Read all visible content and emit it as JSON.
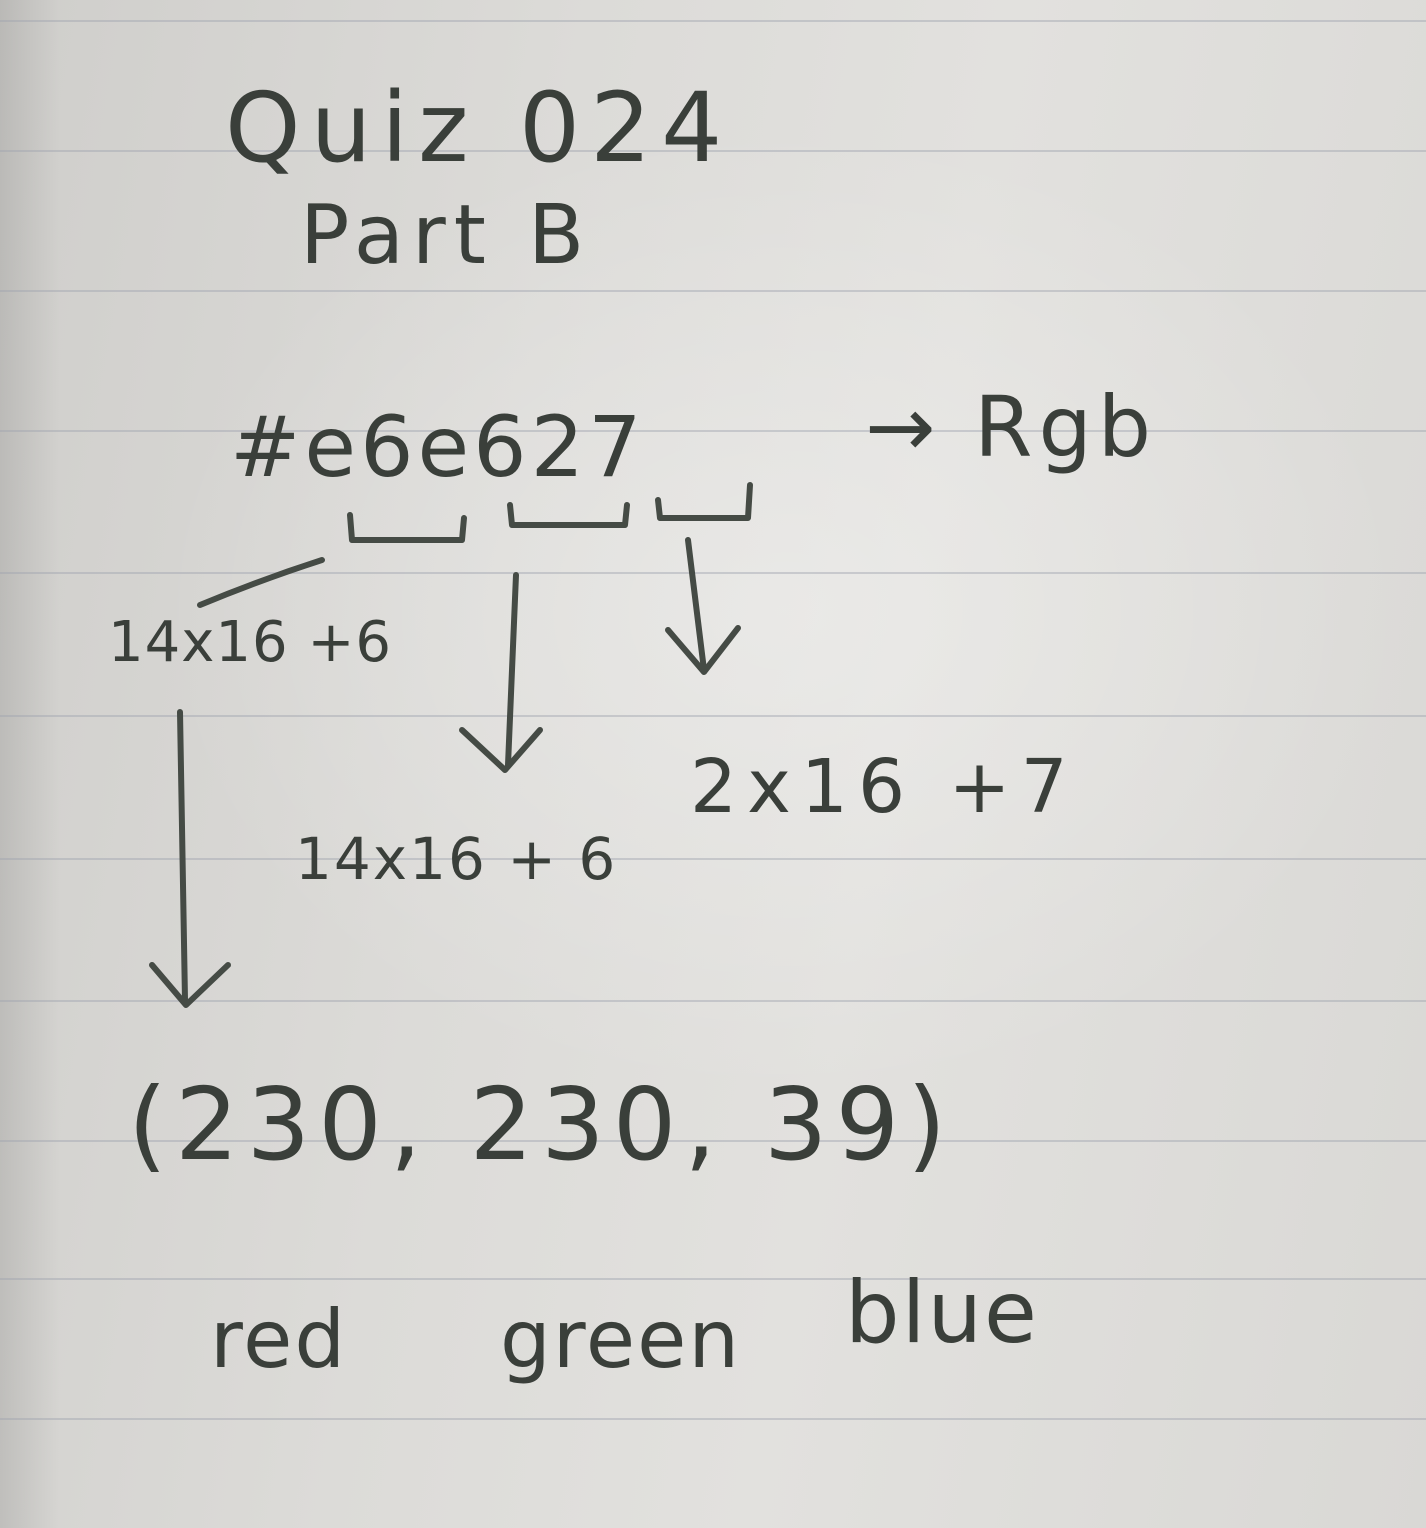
{
  "notebook_page": {
    "title_line1": "Quiz   024",
    "title_line2": "Part   B",
    "hex_color": "#e6e627",
    "conversion_arrow_label": "→ Rgb",
    "calc_red": "14x16 +6",
    "calc_green": "14x16 + 6",
    "calc_blue": "2x16 +7",
    "result": "(230, 230, 39)",
    "channel_labels": [
      "red",
      "green",
      "blue"
    ]
  },
  "colors": {
    "ink": "#3a3f3a",
    "paper": "#dcdbd8",
    "rule_line": "#a0a5af"
  },
  "icons": [
    "down-arrow-icon",
    "bracket-icon"
  ]
}
